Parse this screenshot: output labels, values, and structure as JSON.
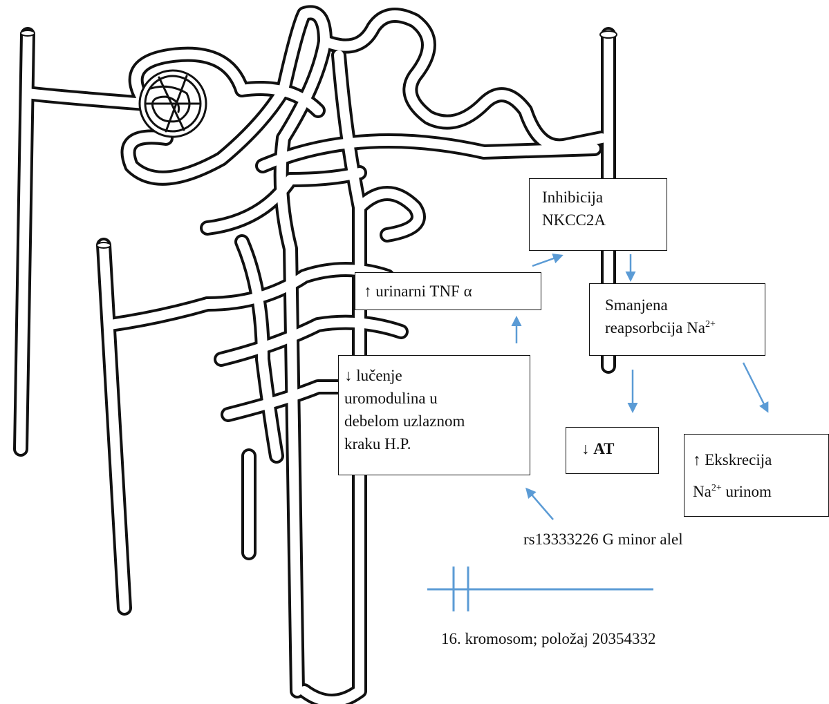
{
  "colors": {
    "arrow": "#5b9bd5",
    "outline": "#111111",
    "background": "#ffffff"
  },
  "boxes": {
    "inhibition": {
      "line1": "Inhibicija",
      "line2": "NKCC2A"
    },
    "tnf": {
      "text": "↑ urinarni TNF α"
    },
    "reabsorption": {
      "line1": "Smanjena",
      "line2": "reapsorbcija Na",
      "line2_sup": "2+"
    },
    "uromodulin": {
      "line1": "↓ lučenje",
      "line2": "uromodulina u",
      "line3": "debelom uzlaznom",
      "line4": "kraku H.P."
    },
    "at": {
      "arrow": "↓",
      "text": "AT"
    },
    "excretion": {
      "line1": "↑ Ekskrecija",
      "line2": "Na",
      "line2_sup": "2+",
      "line2_rest": " urinom"
    }
  },
  "labels": {
    "allele": "rs13333226 G minor alel",
    "chromosome": "16. kromosom; položaj 20354332"
  }
}
